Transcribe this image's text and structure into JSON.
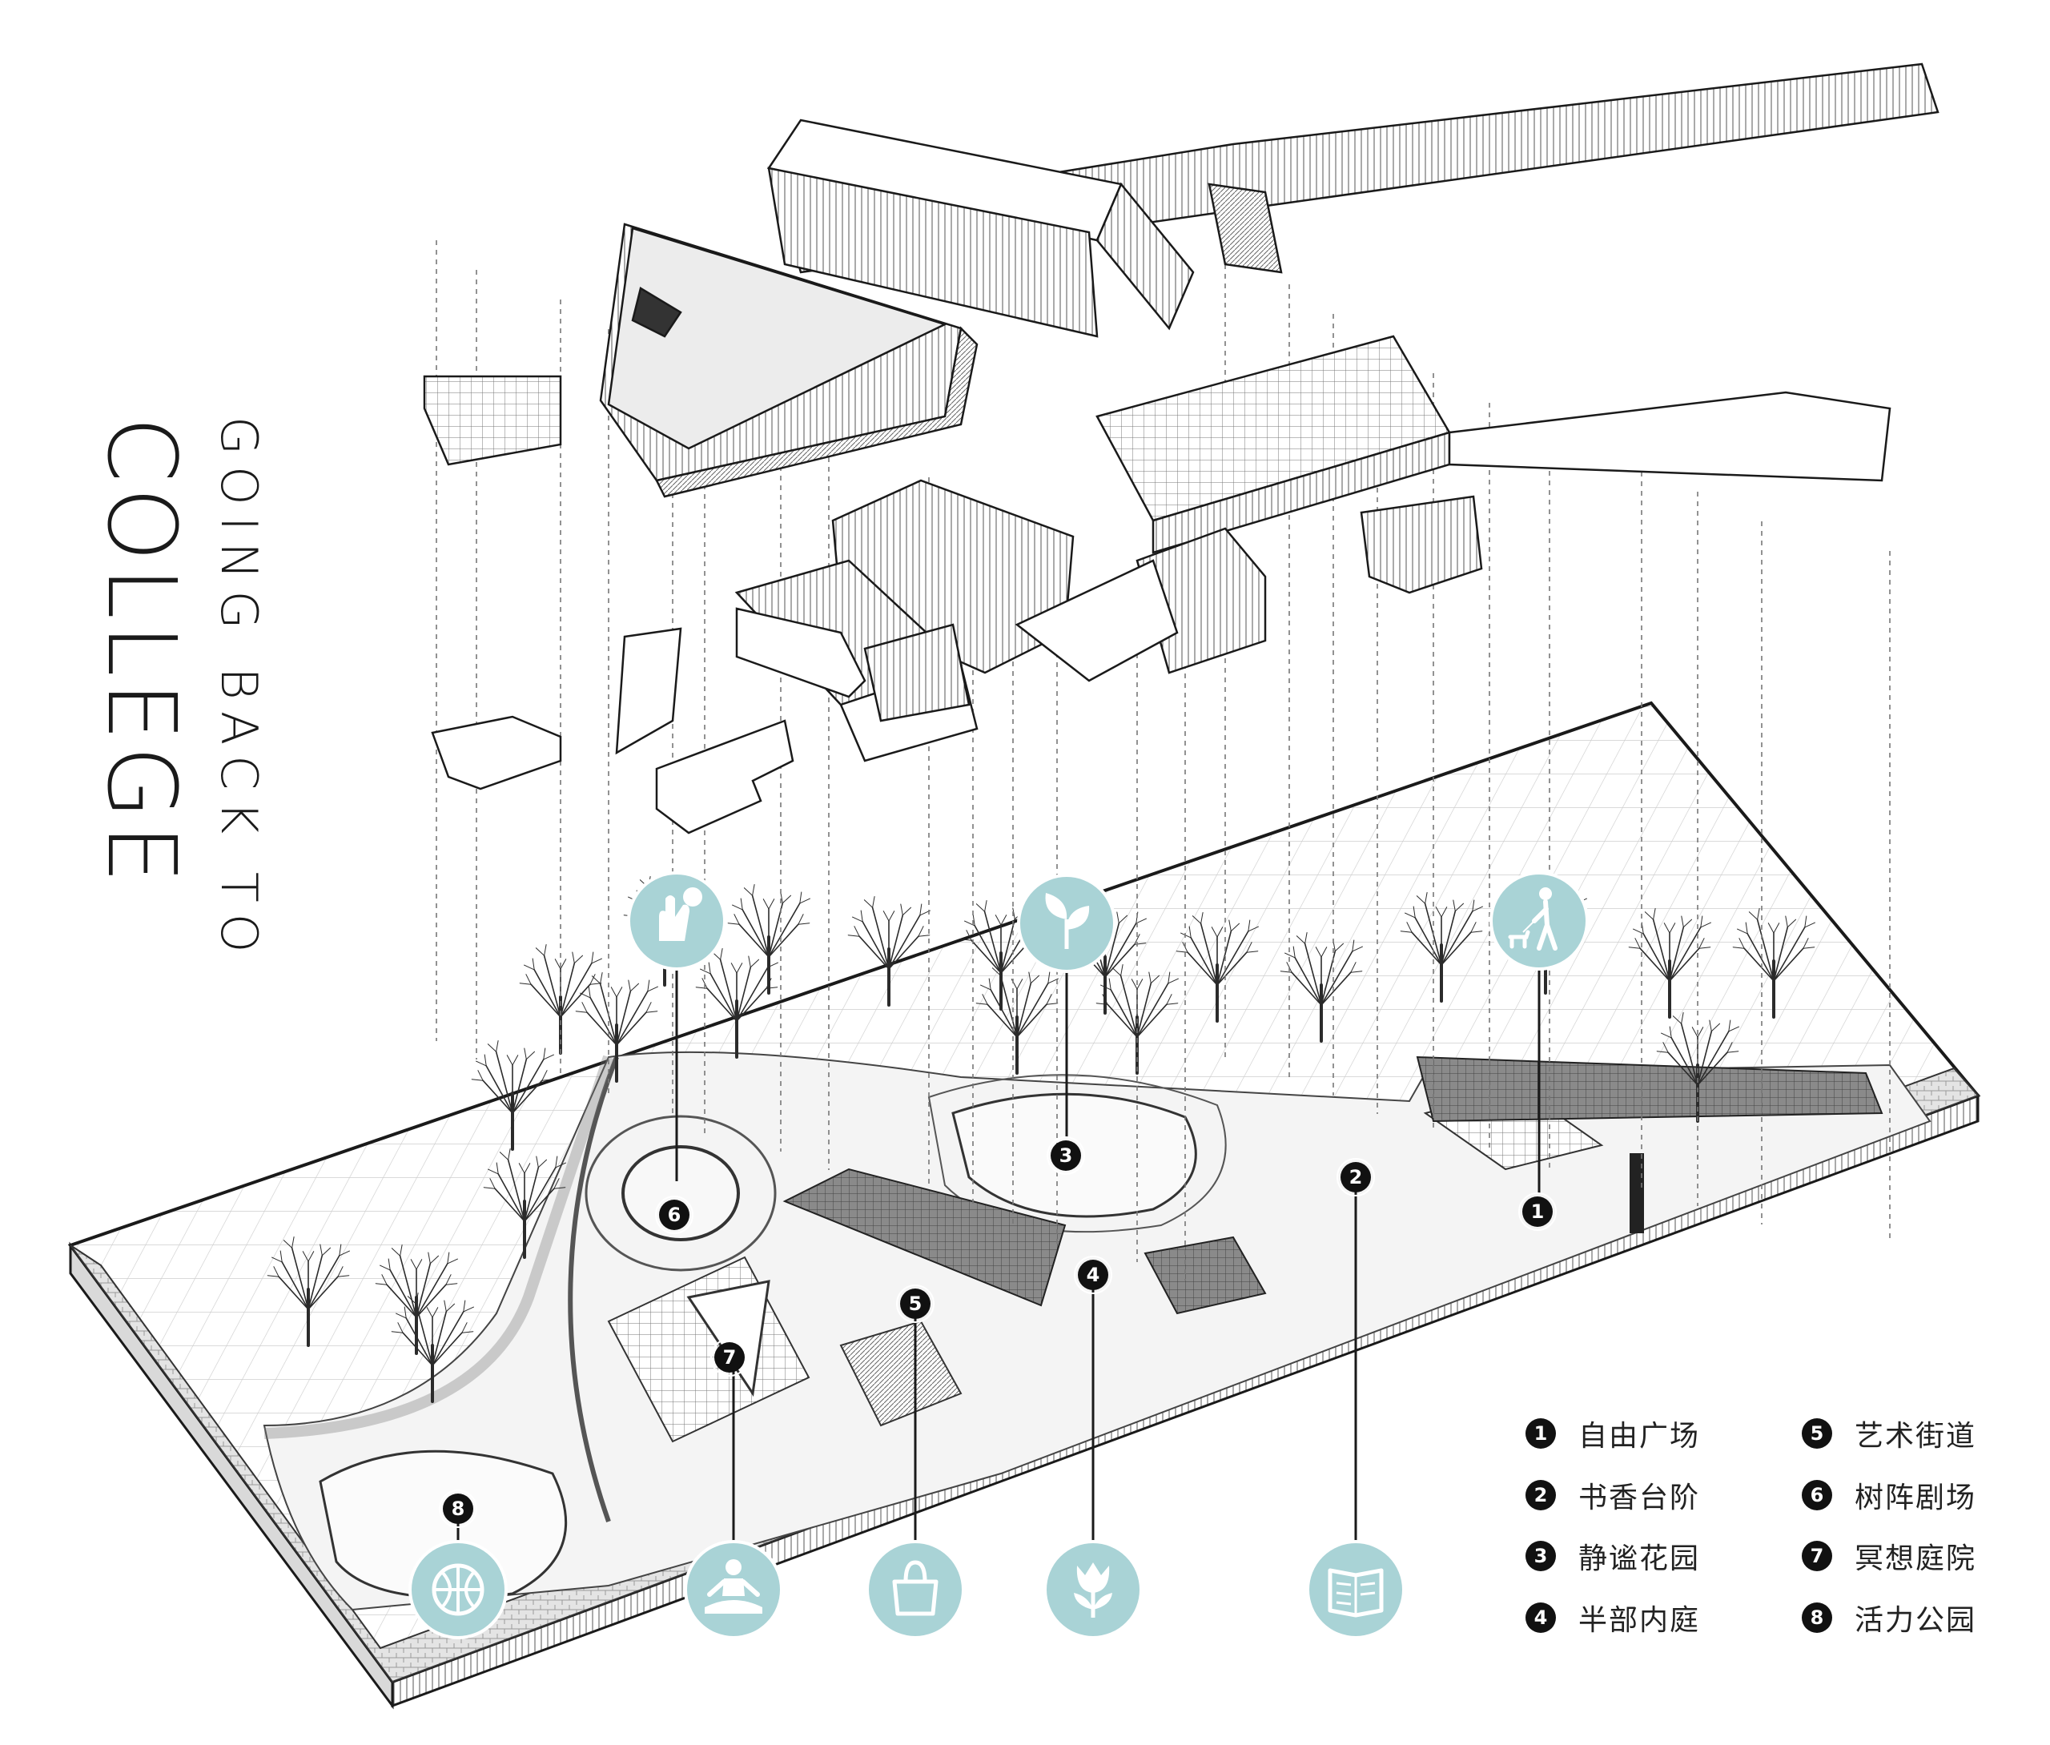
{
  "title": {
    "line1": "GOING BACK TO",
    "line2": "COLLEGE"
  },
  "colors": {
    "icon_fill": "#a9d3d6",
    "line": "#2a2a2a",
    "ground": "#ececec",
    "pavement": "#d6d6d6",
    "legend_dot": "#111111"
  },
  "markers": [
    "1",
    "2",
    "3",
    "4",
    "5",
    "6",
    "7",
    "8"
  ],
  "icons": [
    "hand-icon",
    "leaf-icon",
    "dog-walker-icon",
    "basketball-icon",
    "meditation-icon",
    "shopping-bag-icon",
    "tulip-icon",
    "book-icon"
  ],
  "legend": [
    {
      "num": "1",
      "label": "自由广场"
    },
    {
      "num": "2",
      "label": "书香台阶"
    },
    {
      "num": "3",
      "label": "静谧花园"
    },
    {
      "num": "4",
      "label": "半部内庭"
    },
    {
      "num": "5",
      "label": "艺术街道"
    },
    {
      "num": "6",
      "label": "树阵剧场"
    },
    {
      "num": "7",
      "label": "冥想庭院"
    },
    {
      "num": "8",
      "label": "活力公园"
    }
  ]
}
